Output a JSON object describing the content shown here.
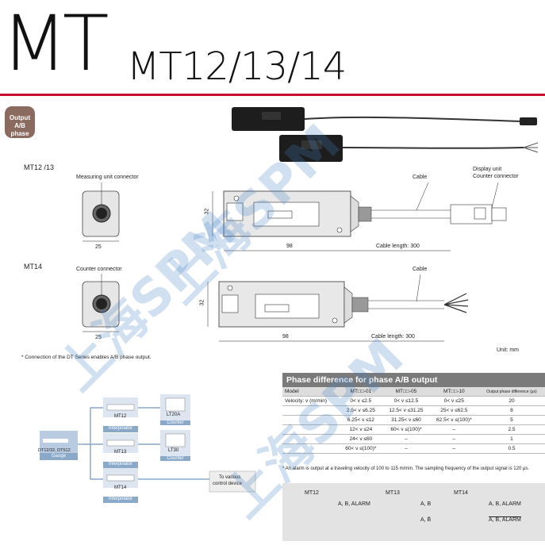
{
  "header": {
    "big_title": "MT",
    "subtitle": "MT12/13/14",
    "badge_line1": "Output",
    "badge_line2": "A/B phase"
  },
  "drawings": {
    "mt1213_label": "MT12 /13",
    "mt14_label": "MT14",
    "measuring_connector": "Measuring unit connector",
    "counter_connector": "Counter connector",
    "cable1": "Cable",
    "cable2": "Cable",
    "display_connector_line1": "Display unit",
    "display_connector_line2": "Counter connector",
    "dim_32a": "32",
    "dim_25a": "25",
    "dim_98a": "98",
    "cable_len_a": "Cable length: 300",
    "dim_32b": "32",
    "dim_25b": "25",
    "dim_98b": "98",
    "cable_len_b": "Cable length: 300",
    "unit": "Unit: mm",
    "note": "* Connection of the DT Series enables A/B phase output."
  },
  "system": {
    "gauge_label": "DT12/32, DT512",
    "gauge_sub": "Gauge",
    "mt12": "MT12",
    "mt13": "MT13",
    "mt14": "MT14",
    "interp": "Interpolator",
    "lt20a": "LT20A",
    "lt30": "LT30",
    "counter": "Counter",
    "control_line1": "To various",
    "control_line2": "control device"
  },
  "phase_table": {
    "title": "Phase difference for phase A/B output",
    "headers": [
      "Model",
      "MT□□-01",
      "MT□□-05",
      "MT□□-10",
      "Output phase difference (μs)"
    ],
    "velocity_label": "Velocity: v (m/min)",
    "rows": [
      [
        "Velocity: v (m/min)",
        "0< v ≤2.5",
        "0< v ≤12.5",
        "0< v ≤25",
        "20"
      ],
      [
        "",
        "2.5< v ≤6.25",
        "12.5< v ≤31.25",
        "25< v ≤62.5",
        "8"
      ],
      [
        "",
        "6.25< v ≤12",
        "31.25< v ≤60",
        "62.5< v ≤(100)*",
        "5"
      ],
      [
        "",
        "12< v ≤24",
        "60< v ≤(100)*",
        "–",
        "2.5"
      ],
      [
        "",
        "24< v ≤60",
        "–",
        "–",
        "1"
      ],
      [
        "",
        "60< v ≤(100)*",
        "–",
        "–",
        "0.5"
      ]
    ],
    "note": "* An alarm is output at a traveling velocity of 100 to 115 m/min. The sampling frequency of the output signal is 120 μs."
  },
  "outputs": {
    "mt12": "MT12",
    "mt13": "MT13",
    "mt14": "MT14",
    "mt12_sig": "A, B, ALARM",
    "mt13_sig1": "A, B",
    "mt13_sig2": "A, B̄",
    "mt14_sig1": "A, B, ALARM",
    "mt14_sig2": "A, B, ALARM"
  },
  "watermark": "上海SPM"
}
